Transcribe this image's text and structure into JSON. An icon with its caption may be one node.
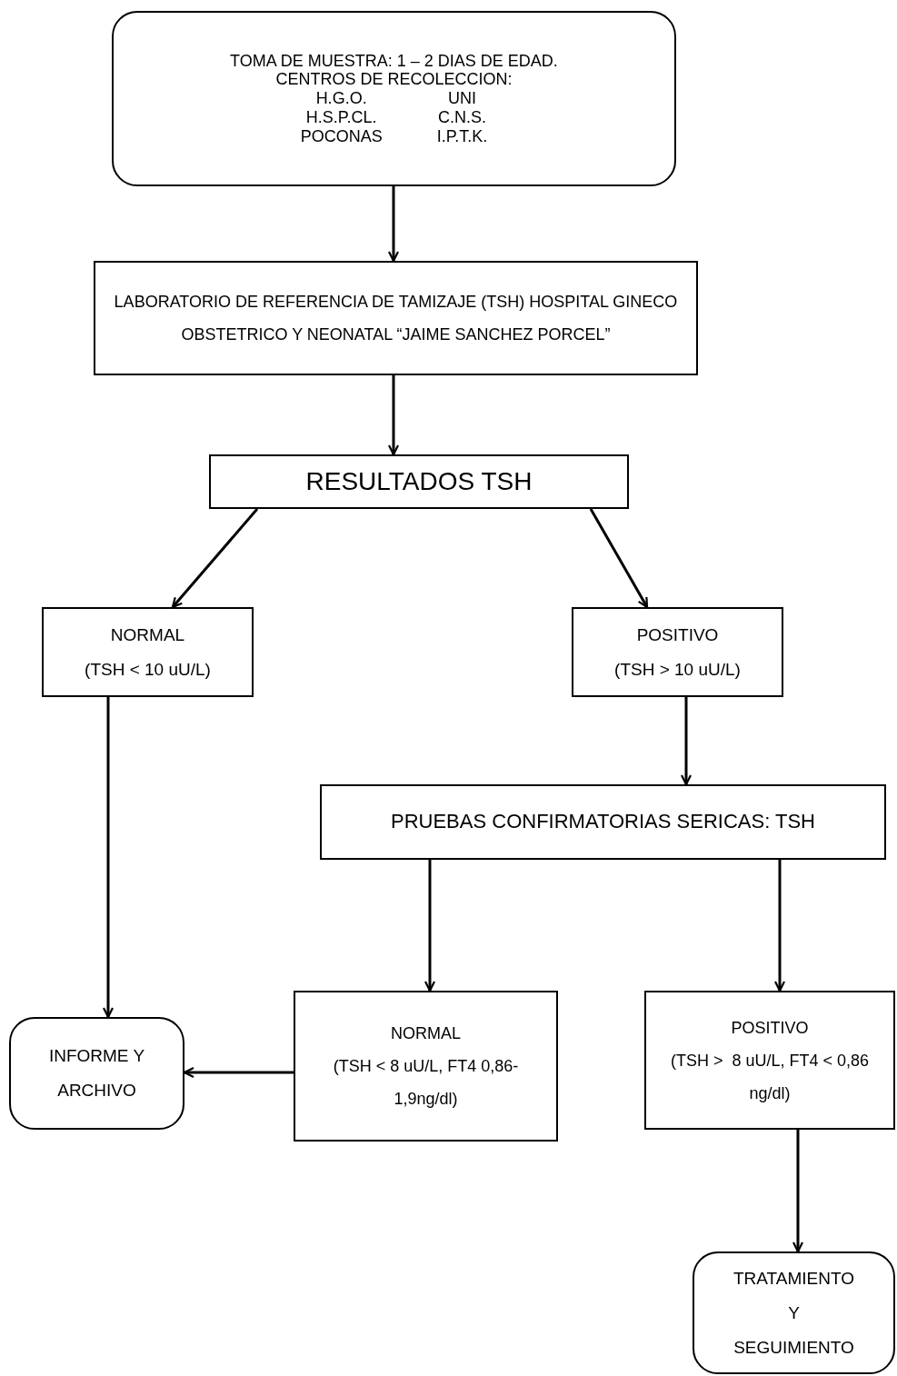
{
  "diagram": {
    "nodes": [
      {
        "text": [
          "TOMA DE MUESTRA: 1 – 2 DIAS DE EDAD.",
          "CENTROS DE RECOLECCION:",
          "H.G.O.",
          "UNI",
          "H.S.P.CL.",
          "C.N.S.",
          "POCONAS",
          "I.P.T.K."
        ]
      },
      {
        "text": [
          "LABORATORIO DE REFERENCIA DE TAMIZAJE (TSH) HOSPITAL GINECO OBSTETRICO Y NEONATAL “JAIME SANCHEZ PORCEL”"
        ]
      },
      {
        "text": [
          "RESULTADOS TSH"
        ]
      },
      {
        "text": [
          "NORMAL",
          "(TSH < 10 uU/L)"
        ]
      },
      {
        "text": [
          "POSITIVO",
          "(TSH > 10 uU/L)"
        ]
      },
      {
        "text": [
          "PRUEBAS CONFIRMATORIAS SERICAS: TSH"
        ]
      },
      {
        "text": [
          "INFORME Y ARCHIVO"
        ]
      },
      {
        "text": [
          "NORMAL",
          "(TSH < 8 uU/L, FT4 0,86-1,9ng/dl)"
        ]
      },
      {
        "text": [
          "POSITIVO",
          "(TSH >  8 uU/L, FT4 < 0,86 ng/dl)"
        ]
      },
      {
        "text": [
          "TRATAMIENTO Y SEGUIMIENTO"
        ]
      }
    ],
    "edges": [
      {
        "from": 0,
        "to": 1,
        "arrow": "to"
      },
      {
        "from": 1,
        "to": 2,
        "arrow": "to"
      },
      {
        "from": 2,
        "to": 3,
        "arrow": "to"
      },
      {
        "from": 2,
        "to": 4,
        "arrow": "to"
      },
      {
        "from": 3,
        "to": 6,
        "arrow": "to"
      },
      {
        "from": 4,
        "to": 5,
        "arrow": "to"
      },
      {
        "from": 5,
        "to": 7,
        "arrow": "to"
      },
      {
        "from": 5,
        "to": 8,
        "arrow": "to"
      },
      {
        "from": 7,
        "to": 6,
        "arrow": "to"
      },
      {
        "from": 8,
        "to": 9,
        "arrow": "to"
      }
    ]
  }
}
